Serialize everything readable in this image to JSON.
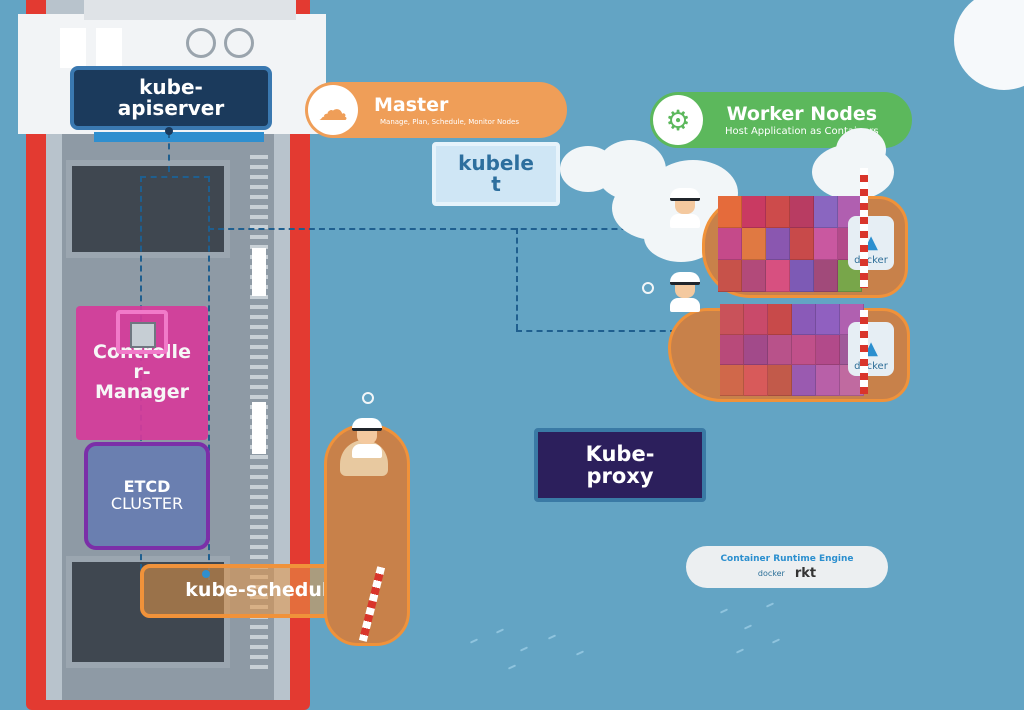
{
  "master_ship": {
    "apiserver_label": "kube-\napiserver",
    "controller_label": "Controlle\nr-\nManager",
    "etcd_title": "ETCD",
    "etcd_sub": "CLUSTER",
    "scheduler_label": "kube-scheduler"
  },
  "master_pill": {
    "title": "Master",
    "subtitle": "Manage, Plan, Schedule, Monitor Nodes",
    "icon": "brain-icon"
  },
  "worker_pill": {
    "title": "Worker Nodes",
    "subtitle": "Host Application as Containers",
    "icon": "robot-icon"
  },
  "kubelet_label": "kubele\nt",
  "kubeproxy_label": "Kube-\nproxy",
  "runtime": {
    "title": "Container Runtime Engine",
    "docker_label": "docker",
    "rkt_label": "rkt"
  },
  "docker_tag_label": "docker",
  "colors": {
    "sea": "#63a4c4",
    "hull_red": "#e33a31",
    "master_orange": "#ef9e58",
    "worker_green": "#5cb85c",
    "controller_pink": "#d63b9b",
    "etcd_purple": "#7b2fa8",
    "apiserver_navy": "#1b3a5c",
    "kubeproxy_navy": "#2c1f5c"
  }
}
